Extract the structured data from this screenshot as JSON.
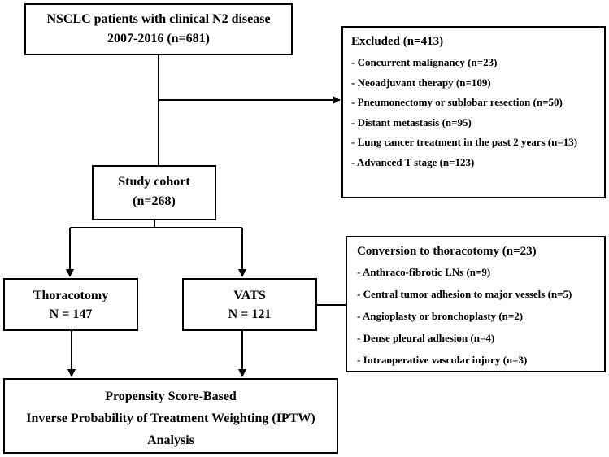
{
  "source": {
    "line1": "NSCLC patients with clinical N2 disease",
    "line2": "2007-2016 (n=681)"
  },
  "excluded": {
    "header": "Excluded (n=413)",
    "items": [
      "- Concurrent malignancy (n=23)",
      "- Neoadjuvant therapy (n=109)",
      "- Pneumonectomy or sublobar resection (n=50)",
      "- Distant metastasis (n=95)",
      "- Lung cancer treatment in the past 2 years (n=13)",
      "- Advanced T stage (n=123)"
    ]
  },
  "cohort": {
    "line1": "Study cohort",
    "line2": "(n=268)"
  },
  "thoracotomy": {
    "line1": "Thoracotomy",
    "line2": "N = 147"
  },
  "vats": {
    "line1": "VATS",
    "line2": "N = 121"
  },
  "conversion": {
    "header": "Conversion to thoracotomy (n=23)",
    "items": [
      "- Anthraco-fibrotic LNs (n=9)",
      "- Central tumor adhesion to major vessels (n=5)",
      "- Angioplasty or bronchoplasty (n=2)",
      "- Dense pleural adhesion (n=4)",
      "- Intraoperative vascular injury (n=3)"
    ]
  },
  "analysis": {
    "line1": "Propensity Score-Based",
    "line2": "Inverse Probability of Treatment Weighting (IPTW)",
    "line3": "Analysis"
  },
  "colors": {
    "stroke": "#000000",
    "fill": "#ffffff",
    "text": "#000000"
  }
}
